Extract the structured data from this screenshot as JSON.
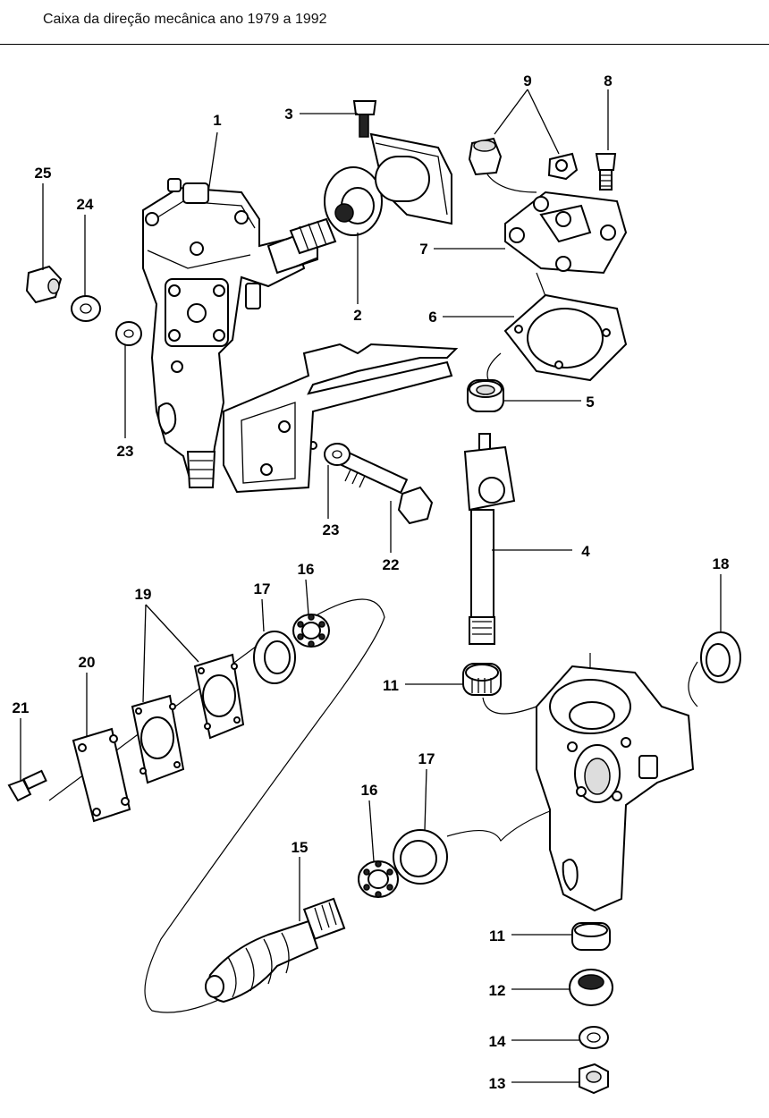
{
  "header": {
    "title": "Caixa da direção mecânica ano 1979 a 1992"
  },
  "callouts": {
    "c1": "1",
    "c2": "2",
    "c3": "3",
    "c4": "4",
    "c5": "5",
    "c6": "6",
    "c7": "7",
    "c8": "8",
    "c9": "9",
    "c11a": "11",
    "c11b": "11",
    "c12": "12",
    "c13": "13",
    "c14": "14",
    "c15": "15",
    "c16a": "16",
    "c16b": "16",
    "c17a": "17",
    "c17b": "17",
    "c18": "18",
    "c19": "19",
    "c20": "20",
    "c21": "21",
    "c22": "22",
    "c23a": "23",
    "c23b": "23",
    "c24": "24",
    "c25": "25"
  }
}
